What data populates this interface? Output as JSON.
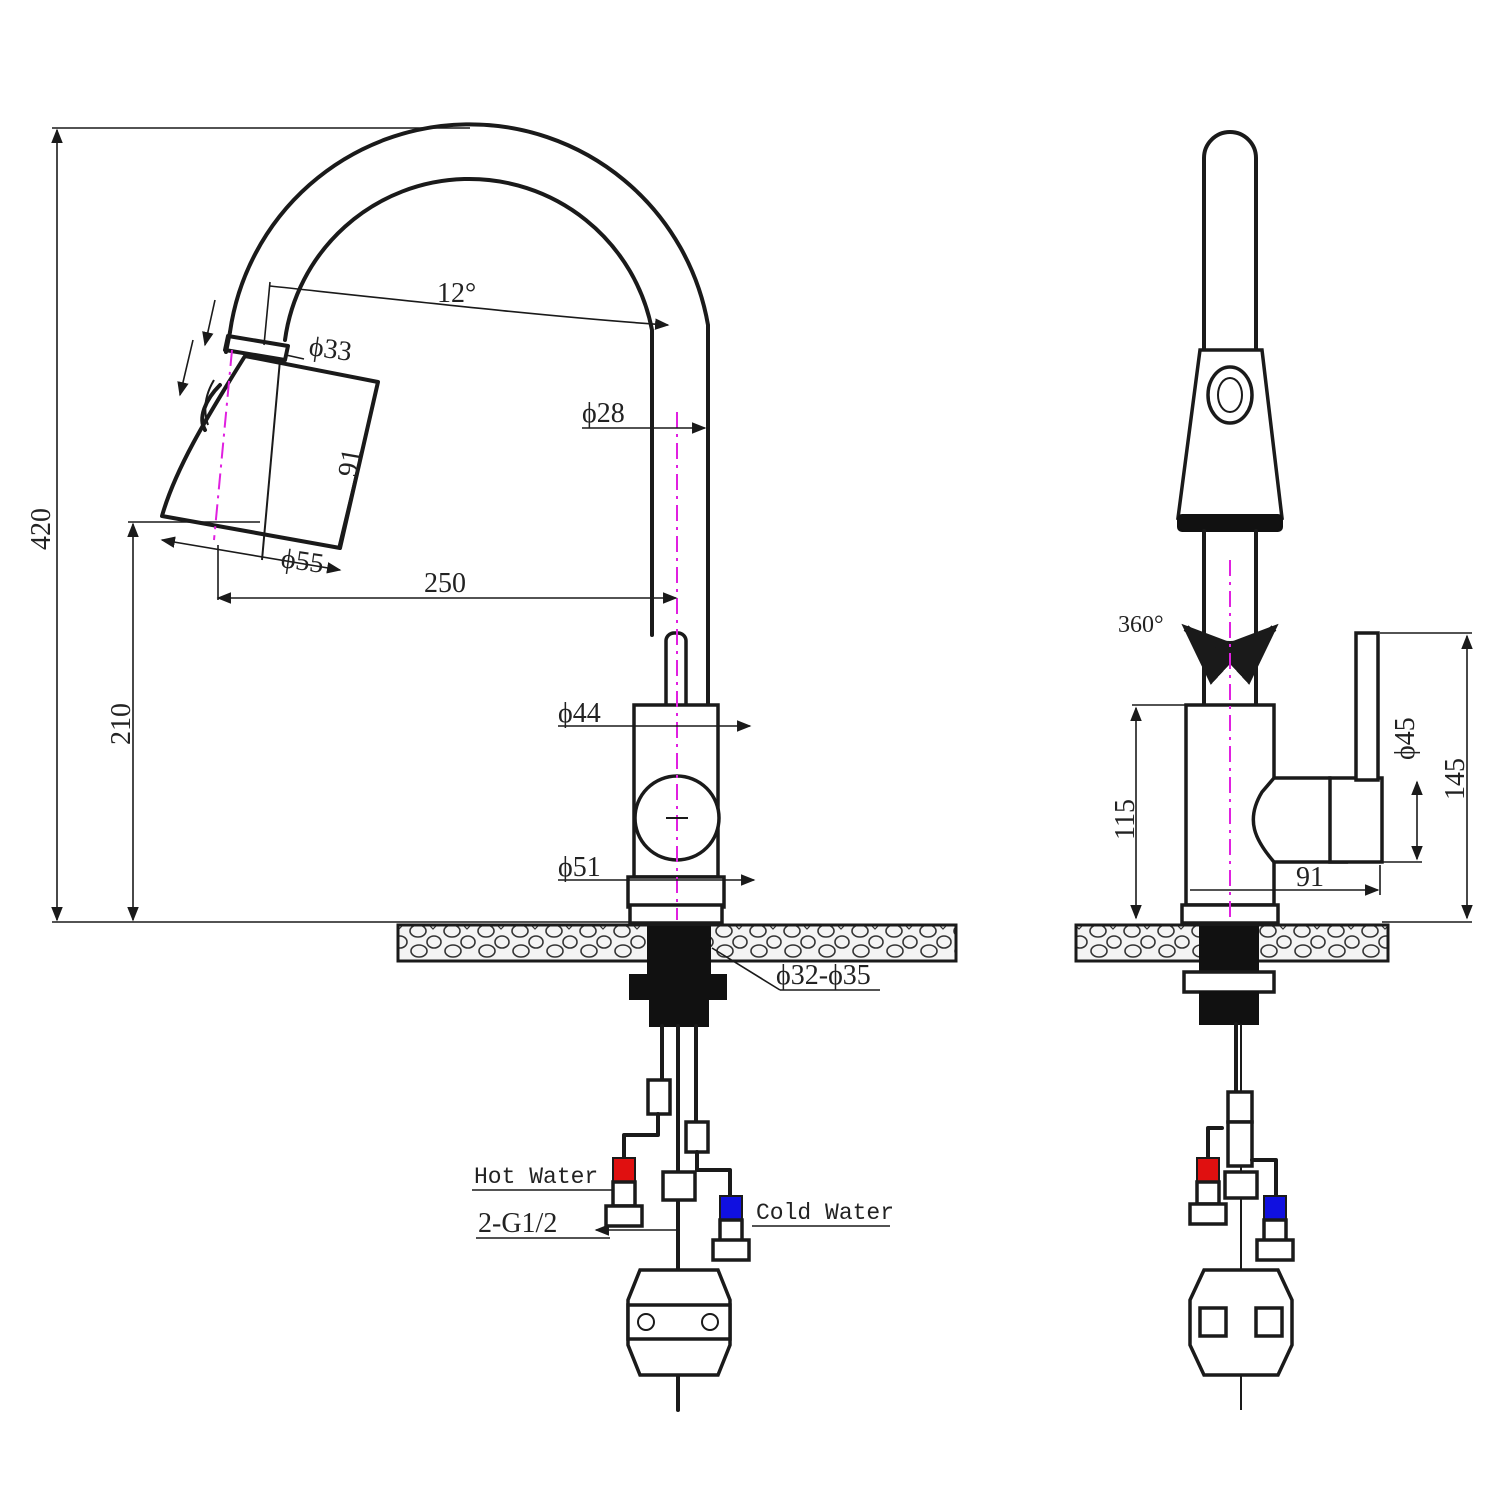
{
  "colors": {
    "centerline": "#e020e0",
    "hot": "#e01010",
    "cold": "#1010e0",
    "line": "#1a1a1a"
  },
  "dimensions": {
    "height_total": "420",
    "spout_height": "210",
    "tilt_angle": "12°",
    "head_top_dia": "ϕ33",
    "head_length": "91",
    "head_bottom_dia": "ϕ55",
    "reach": "250",
    "tube_dia": "ϕ28",
    "body_dia": "ϕ44",
    "base_dia": "ϕ51",
    "hole_dia": "ϕ32-ϕ35",
    "rotation": "360°",
    "handle_dia": "ϕ45",
    "handle_reach": "91",
    "body_height": "115",
    "handle_height": "145"
  },
  "labels": {
    "hot_water": "Hot Water",
    "cold_water": "Cold Water",
    "thread": "2-G1/2"
  }
}
